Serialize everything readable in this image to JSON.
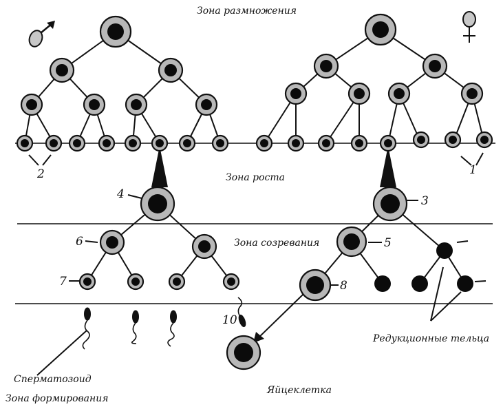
{
  "zones": {
    "multiplication": "Зона размножения",
    "growth": "Зона роста",
    "maturation": "Зона созревания",
    "formation": "Зона формирования"
  },
  "labels": {
    "sperm": "Спермато­зоид",
    "egg": "Яйцеклетка",
    "polar_bodies": "Редукционные тельца"
  },
  "numbers": {
    "n1": "1",
    "n2": "2",
    "n3": "3",
    "n4": "4",
    "n5": "5",
    "n6": "6",
    "n7": "7",
    "n8": "8",
    "n10": "10"
  },
  "icons": {
    "male": "male-symbol-icon",
    "female": "female-symbol-icon"
  }
}
